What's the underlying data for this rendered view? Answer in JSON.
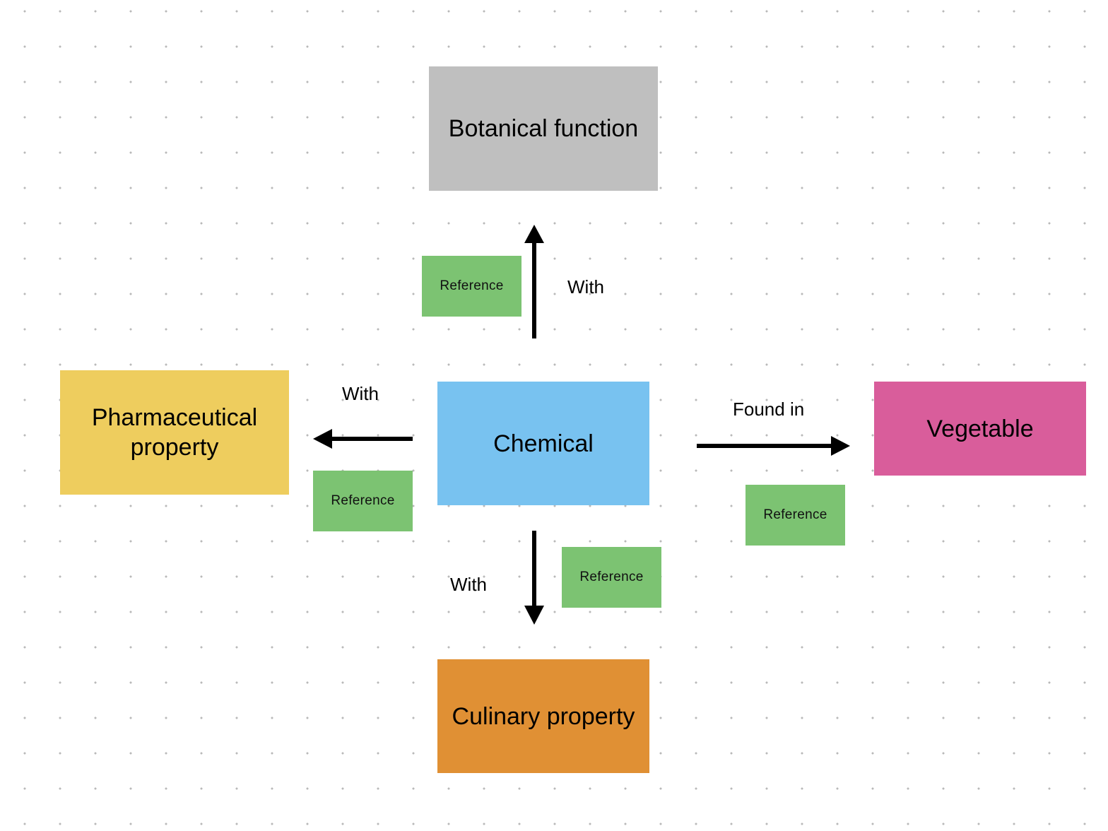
{
  "nodes": {
    "botanical": {
      "label": "Botanical function",
      "color": "#bfbfbf"
    },
    "pharmaceutical": {
      "label": "Pharmaceutical property",
      "color": "#eecd5e"
    },
    "chemical": {
      "label": "Chemical",
      "color": "#78c2f0"
    },
    "vegetable": {
      "label": "Vegetable",
      "color": "#d95d9b"
    },
    "culinary": {
      "label": "Culinary property",
      "color": "#e09034"
    }
  },
  "edges": {
    "to_botanical": {
      "label": "With",
      "reference": "Reference"
    },
    "to_pharmaceutical": {
      "label": "With",
      "reference": "Reference"
    },
    "to_vegetable": {
      "label": "Found in",
      "reference": "Reference"
    },
    "to_culinary": {
      "label": "With",
      "reference": "Reference"
    }
  },
  "colors": {
    "reference_note": "#7cc372",
    "arrow": "#000000",
    "grid_dot": "#b9b9b9"
  }
}
